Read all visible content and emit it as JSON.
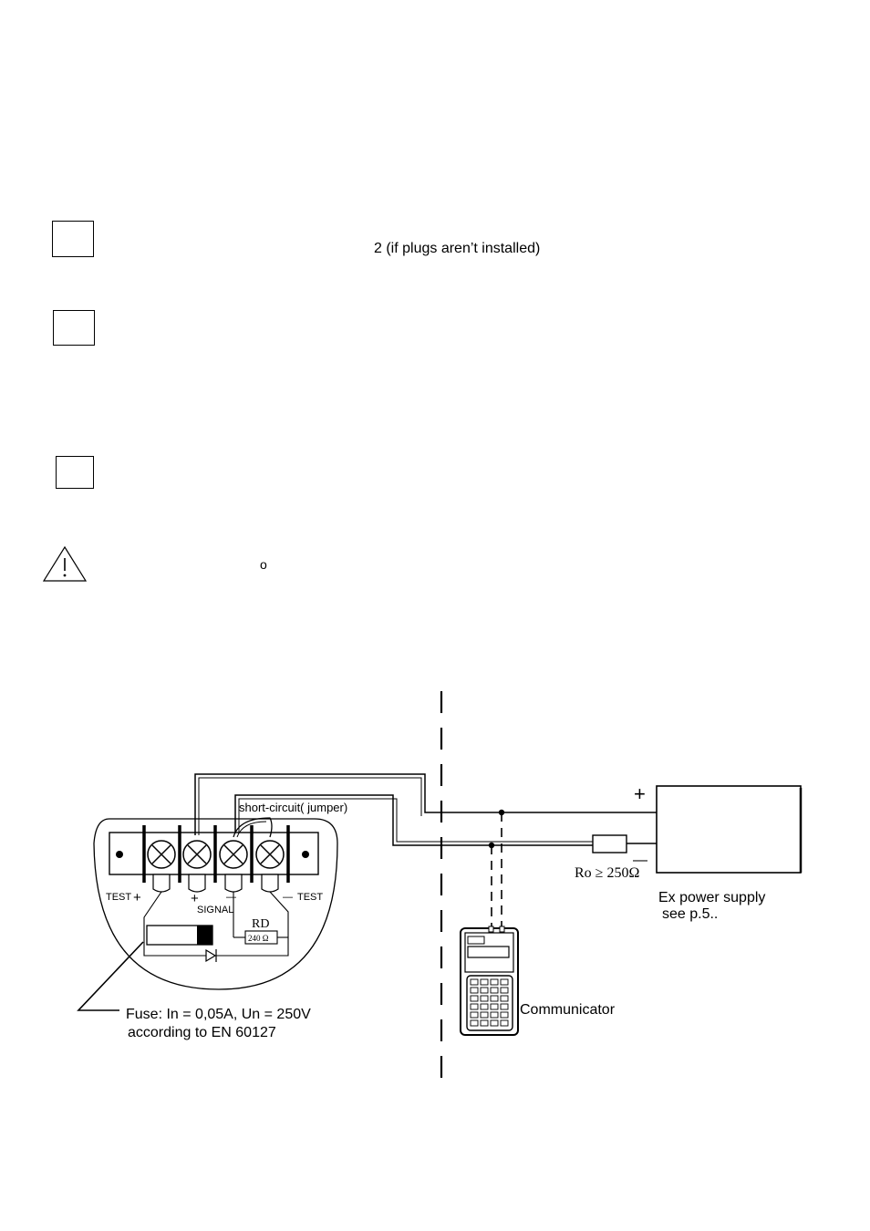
{
  "notes": {
    "note1_text": "2 (if plugs aren’t installed)",
    "degree_mark": "o"
  },
  "diagram": {
    "jumper_label": "short-circuit( jumper)",
    "test_plus_label": "TEST",
    "test_minus_label": "TEST",
    "signal_label": "SIGNAL",
    "rd_label": "RD",
    "resistor_value": "240 Ω",
    "fuse_line1": "Fuse: In = 0,05A, Un = 250V",
    "fuse_line2": "according to EN 60127",
    "communicator_label": "Communicator",
    "ro_label": "Ro ≥ 250Ω",
    "supply_line1": "Ex power supply",
    "supply_line2": "see p.5..",
    "plus_sign": "+",
    "minus_sign": "—"
  }
}
